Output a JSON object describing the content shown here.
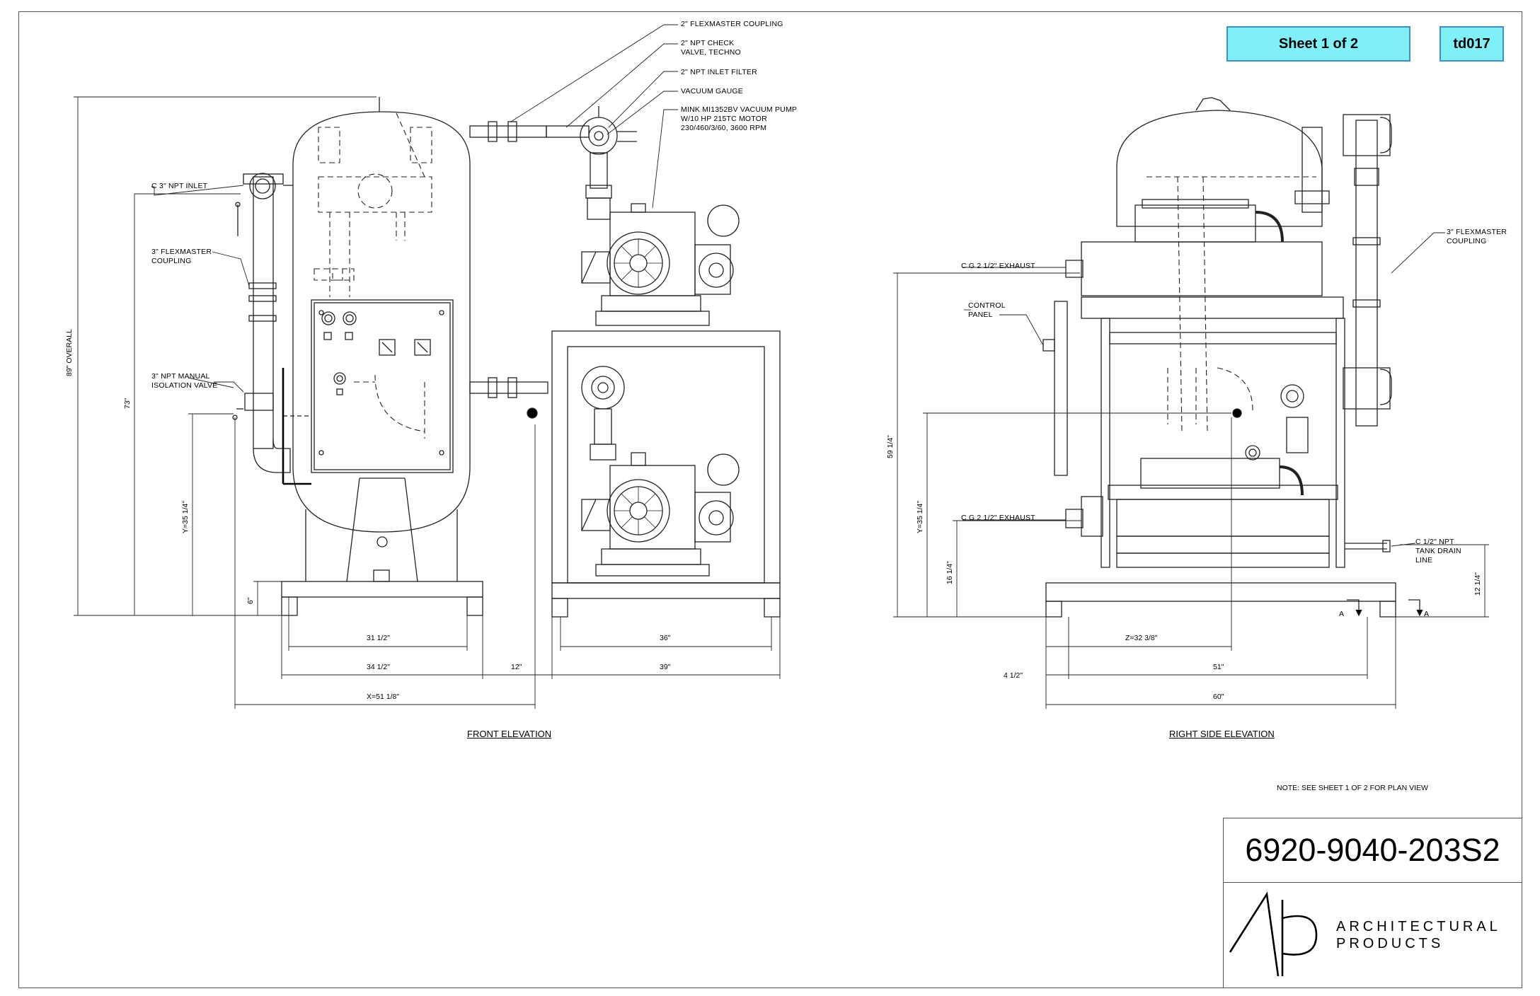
{
  "header": {
    "sheet": "Sheet 1 of 2",
    "code": "td017"
  },
  "callouts": {
    "flexmaster_coupling_2": "2\" FLEXMASTER COUPLING",
    "check_valve": "2\" NPT CHECK\nVALVE, TECHNO",
    "inlet_filter": "2\" NPT INLET FILTER",
    "vacuum_gauge": "VACUUM GAUGE",
    "vacuum_pump": "MINK MI1352BV VACUUM PUMP\nW/10 HP 215TC MOTOR\n230/460/3/60, 3600 RPM",
    "npt_inlet": "C 3\" NPT INLET",
    "flexmaster_coupling_3_front": "3\" FLEXMASTER\nCOUPLING",
    "isolation_valve": "3\" NPT MANUAL\nISOLATION VALVE",
    "exhaust_upper": "C G 2 1/2\" EXHAUST",
    "exhaust_lower": "C G 2 1/2\" EXHAUST",
    "control_panel": "CONTROL\nPANEL",
    "flexmaster_coupling_3_side": "3\" FLEXMASTER\nCOUPLING",
    "tank_drain": "C 1/2\" NPT\nTANK DRAIN\nLINE"
  },
  "dimensions": {
    "overall": "89\" OVERALL",
    "h73": "73\"",
    "y_front": "Y=35 1/4\"",
    "h6": "6\"",
    "w31": "31 1/2\"",
    "w34": "34 1/2\"",
    "w12": "12\"",
    "w36": "36\"",
    "w39": "39\"",
    "x_total": "X=51 1/8\"",
    "h59": "59 1/4\"",
    "y_side": "Y=35 1/4\"",
    "h16": "16 1/4\"",
    "h12": "12 1/4\"",
    "z": "Z=32 3/8\"",
    "w51": "51\"",
    "w4": "4 1/2\"",
    "w60": "60\"",
    "section_a1": "A",
    "section_a2": "A"
  },
  "views": {
    "front": "FRONT ELEVATION",
    "side": "RIGHT SIDE ELEVATION"
  },
  "note": "NOTE: SEE SHEET 1 OF 2 FOR PLAN VIEW",
  "title_block": {
    "drawing_number": "6920-9040-203S2",
    "company": "ARCHITECTURAL\nPRODUCTS"
  }
}
